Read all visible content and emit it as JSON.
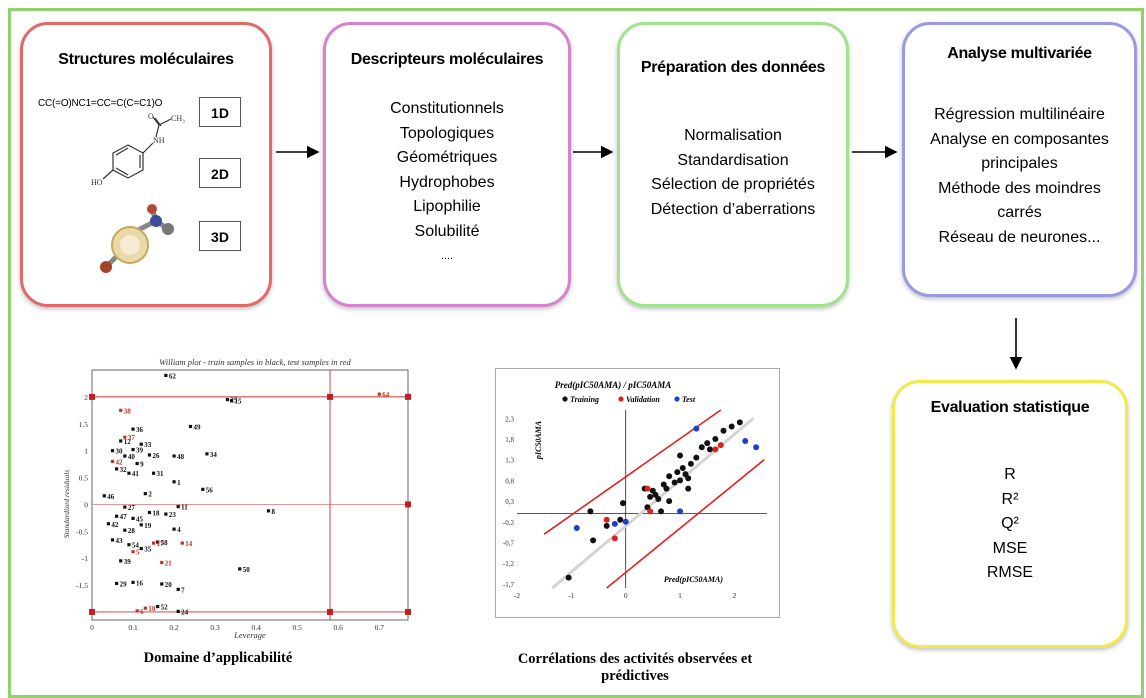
{
  "boxes": [
    {
      "title": "Structures moléculaires",
      "smiles": "CC(=O)NC1=CC=C(C=C1)O",
      "dimensions": [
        "1D",
        "2D",
        "3D"
      ],
      "color": "#e06a6a"
    },
    {
      "title": "Descripteurs moléculaires",
      "items": [
        "Constitutionnels",
        "Topologiques",
        "Géométriques",
        "Hydrophobes",
        "Lipophilie",
        "Solubilité",
        "...."
      ],
      "color": "#d782d0"
    },
    {
      "title": "Préparation des données",
      "items": [
        "Normalisation",
        "Standardisation",
        "Sélection de propriétés",
        "Détection d’aberrations"
      ],
      "color": "#9fe38c"
    },
    {
      "title": "Analyse multivariée",
      "items": [
        "Régression multilinéaire",
        "Analyse en composantes",
        "principales",
        "Méthode des moindres",
        "carrés",
        "Réseau de neurones..."
      ],
      "color": "#9a9ae0"
    },
    {
      "title": "Evaluation statistique",
      "items": [
        "R",
        "R²",
        "Q²",
        "MSE",
        "RMSE"
      ],
      "color": "#f1ea4a"
    }
  ],
  "charts": {
    "william": {
      "title": "William plot - train samples in black, test samples in red",
      "xlabel": "Leverage",
      "ylabel": "Standardized residuals",
      "caption": "Domaine d’applicabilité"
    },
    "correlation": {
      "title": "Pred(pIC50AMA) / pIC50AMA",
      "ylabel": "pIC50AMA",
      "xlabel_inner": "Pred(pIC50AMA)",
      "legend": [
        "Training",
        "Validation",
        "Test"
      ],
      "caption_line1": "Corrélations des activités observées et",
      "caption_line2": "prédictives"
    }
  },
  "chart_data": [
    {
      "type": "scatter",
      "title": "William plot - train samples in black, test samples in red",
      "xlabel": "Leverage",
      "ylabel": "Standardized residuals",
      "xlim": [
        0,
        0.77
      ],
      "ylim": [
        -2.15,
        2.5
      ],
      "x_ticks": [
        0,
        0.1,
        0.2,
        0.3,
        0.4,
        0.5,
        0.6,
        0.7
      ],
      "y_ticks": [
        -1.5,
        -1,
        -0.5,
        0,
        0.5,
        1,
        1.5,
        2
      ],
      "threshold_lines": {
        "h_star": 0.58,
        "residual_limits": [
          -2.0,
          2.0
        ]
      },
      "series": [
        {
          "color": "#111111",
          "points": [
            {
              "x": 0.18,
              "y": 2.4,
              "label": "62"
            },
            {
              "x": 0.33,
              "y": 1.95,
              "label": "25"
            },
            {
              "x": 0.34,
              "y": 1.93,
              "label": "15"
            },
            {
              "x": 0.24,
              "y": 1.45,
              "label": "49"
            },
            {
              "x": 0.1,
              "y": 1.4,
              "label": "36"
            },
            {
              "x": 0.28,
              "y": 0.94,
              "label": "34"
            },
            {
              "x": 0.07,
              "y": 1.18,
              "label": "12"
            },
            {
              "x": 0.12,
              "y": 1.12,
              "label": "33"
            },
            {
              "x": 0.05,
              "y": 1.0,
              "label": "30"
            },
            {
              "x": 0.1,
              "y": 1.02,
              "label": "39"
            },
            {
              "x": 0.08,
              "y": 0.9,
              "label": "40"
            },
            {
              "x": 0.14,
              "y": 0.92,
              "label": "26"
            },
            {
              "x": 0.2,
              "y": 0.9,
              "label": "48"
            },
            {
              "x": 0.11,
              "y": 0.76,
              "label": "9"
            },
            {
              "x": 0.06,
              "y": 0.66,
              "label": "32"
            },
            {
              "x": 0.09,
              "y": 0.58,
              "label": "41"
            },
            {
              "x": 0.15,
              "y": 0.58,
              "label": "31"
            },
            {
              "x": 0.2,
              "y": 0.42,
              "label": "1"
            },
            {
              "x": 0.27,
              "y": 0.28,
              "label": "56"
            },
            {
              "x": 0.03,
              "y": 0.16,
              "label": "46"
            },
            {
              "x": 0.13,
              "y": 0.2,
              "label": "2"
            },
            {
              "x": 0.08,
              "y": -0.05,
              "label": "27"
            },
            {
              "x": 0.06,
              "y": -0.22,
              "label": "47"
            },
            {
              "x": 0.1,
              "y": -0.26,
              "label": "45"
            },
            {
              "x": 0.14,
              "y": -0.15,
              "label": "18"
            },
            {
              "x": 0.18,
              "y": -0.18,
              "label": "23"
            },
            {
              "x": 0.21,
              "y": -0.04,
              "label": "11"
            },
            {
              "x": 0.04,
              "y": -0.36,
              "label": "42"
            },
            {
              "x": 0.08,
              "y": -0.48,
              "label": "28"
            },
            {
              "x": 0.12,
              "y": -0.38,
              "label": "19"
            },
            {
              "x": 0.2,
              "y": -0.46,
              "label": "4"
            },
            {
              "x": 0.43,
              "y": -0.12,
              "label": "8"
            },
            {
              "x": 0.05,
              "y": -0.66,
              "label": "43"
            },
            {
              "x": 0.09,
              "y": -0.75,
              "label": "54"
            },
            {
              "x": 0.12,
              "y": -0.82,
              "label": "35"
            },
            {
              "x": 0.16,
              "y": -0.7,
              "label": "58"
            },
            {
              "x": 0.07,
              "y": -1.05,
              "label": "39"
            },
            {
              "x": 0.36,
              "y": -1.2,
              "label": "50"
            },
            {
              "x": 0.06,
              "y": -1.47,
              "label": "29"
            },
            {
              "x": 0.1,
              "y": -1.45,
              "label": "16"
            },
            {
              "x": 0.17,
              "y": -1.48,
              "label": "20"
            },
            {
              "x": 0.21,
              "y": -1.58,
              "label": "7"
            },
            {
              "x": 0.16,
              "y": -1.9,
              "label": "52"
            },
            {
              "x": 0.21,
              "y": -1.99,
              "label": "24"
            }
          ]
        },
        {
          "color": "#c0302a",
          "points": [
            {
              "x": 0.7,
              "y": 2.05,
              "label": "64"
            },
            {
              "x": 0.07,
              "y": 1.75,
              "label": "38"
            },
            {
              "x": 0.08,
              "y": 1.25,
              "label": "37"
            },
            {
              "x": 0.05,
              "y": 0.8,
              "label": "42"
            },
            {
              "x": 0.15,
              "y": -0.72,
              "label": "17"
            },
            {
              "x": 0.22,
              "y": -0.72,
              "label": "14"
            },
            {
              "x": 0.1,
              "y": -0.88,
              "label": "5"
            },
            {
              "x": 0.17,
              "y": -1.08,
              "label": "21"
            },
            {
              "x": 0.11,
              "y": -1.98,
              "label": "6"
            },
            {
              "x": 0.13,
              "y": -1.93,
              "label": "10"
            }
          ]
        }
      ]
    },
    {
      "type": "scatter",
      "title": "Pred(pIC50AMA) / pIC50AMA",
      "xlabel": "Pred(pIC50AMA)",
      "ylabel": "pIC50AMA",
      "xlim": [
        -2,
        2.6
      ],
      "ylim": [
        -1.8,
        2.5
      ],
      "x_ticks": [
        -2,
        -1,
        0,
        1,
        2
      ],
      "y_ticks": [
        -1.7,
        -1.2,
        -0.7,
        -0.2,
        0.3,
        0.8,
        1.3,
        1.8,
        2.3
      ],
      "series": [
        {
          "name": "Training",
          "color": "#111111",
          "points": [
            [
              -1.05,
              -1.55
            ],
            [
              -0.6,
              -0.65
            ],
            [
              -0.65,
              0.05
            ],
            [
              -0.35,
              -0.3
            ],
            [
              -0.1,
              -0.15
            ],
            [
              -0.05,
              0.25
            ],
            [
              0.35,
              0.6
            ],
            [
              0.45,
              0.4
            ],
            [
              0.5,
              0.55
            ],
            [
              0.55,
              0.45
            ],
            [
              0.6,
              0.35
            ],
            [
              0.7,
              0.7
            ],
            [
              0.75,
              0.6
            ],
            [
              0.8,
              0.9
            ],
            [
              0.9,
              0.75
            ],
            [
              0.95,
              1.0
            ],
            [
              1.0,
              0.8
            ],
            [
              1.05,
              1.1
            ],
            [
              1.1,
              0.95
            ],
            [
              1.15,
              0.85
            ],
            [
              1.2,
              1.2
            ],
            [
              1.3,
              1.35
            ],
            [
              1.4,
              1.6
            ],
            [
              1.5,
              1.7
            ],
            [
              1.55,
              1.55
            ],
            [
              1.65,
              1.8
            ],
            [
              1.8,
              2.0
            ],
            [
              1.95,
              2.1
            ],
            [
              2.1,
              2.2
            ],
            [
              1.0,
              1.4
            ],
            [
              0.8,
              0.3
            ],
            [
              0.65,
              0.05
            ],
            [
              1.15,
              0.6
            ],
            [
              0.4,
              0.15
            ]
          ]
        },
        {
          "name": "Validation",
          "color": "#e02020",
          "points": [
            [
              -0.35,
              -0.15
            ],
            [
              -0.2,
              -0.6
            ],
            [
              0.4,
              0.6
            ],
            [
              0.45,
              0.05
            ],
            [
              1.65,
              1.55
            ],
            [
              1.75,
              1.65
            ]
          ]
        },
        {
          "name": "Test",
          "color": "#1f3fc8",
          "points": [
            [
              -0.9,
              -0.35
            ],
            [
              -0.2,
              -0.25
            ],
            [
              0.0,
              -0.2
            ],
            [
              1.0,
              0.05
            ],
            [
              1.3,
              2.05
            ],
            [
              2.2,
              1.75
            ],
            [
              2.4,
              1.6
            ]
          ]
        }
      ]
    }
  ]
}
